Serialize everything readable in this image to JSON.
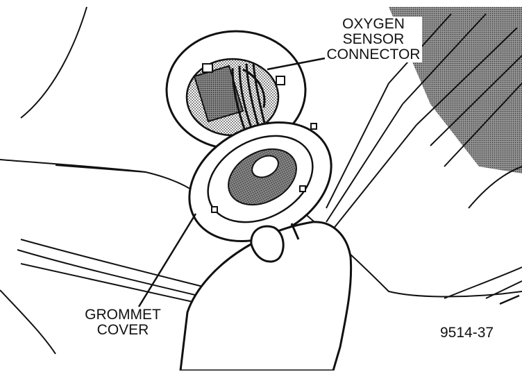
{
  "callouts": {
    "oxygen_sensor_connector": [
      "OXYGEN",
      "SENSOR",
      "CONNECTOR"
    ],
    "grommet_cover": [
      "GROMMET",
      "COVER"
    ]
  },
  "figure_number": "9514-37",
  "colors": {
    "ink": "#111111",
    "paper": "#ffffff",
    "shade": "#8c8c8c"
  }
}
